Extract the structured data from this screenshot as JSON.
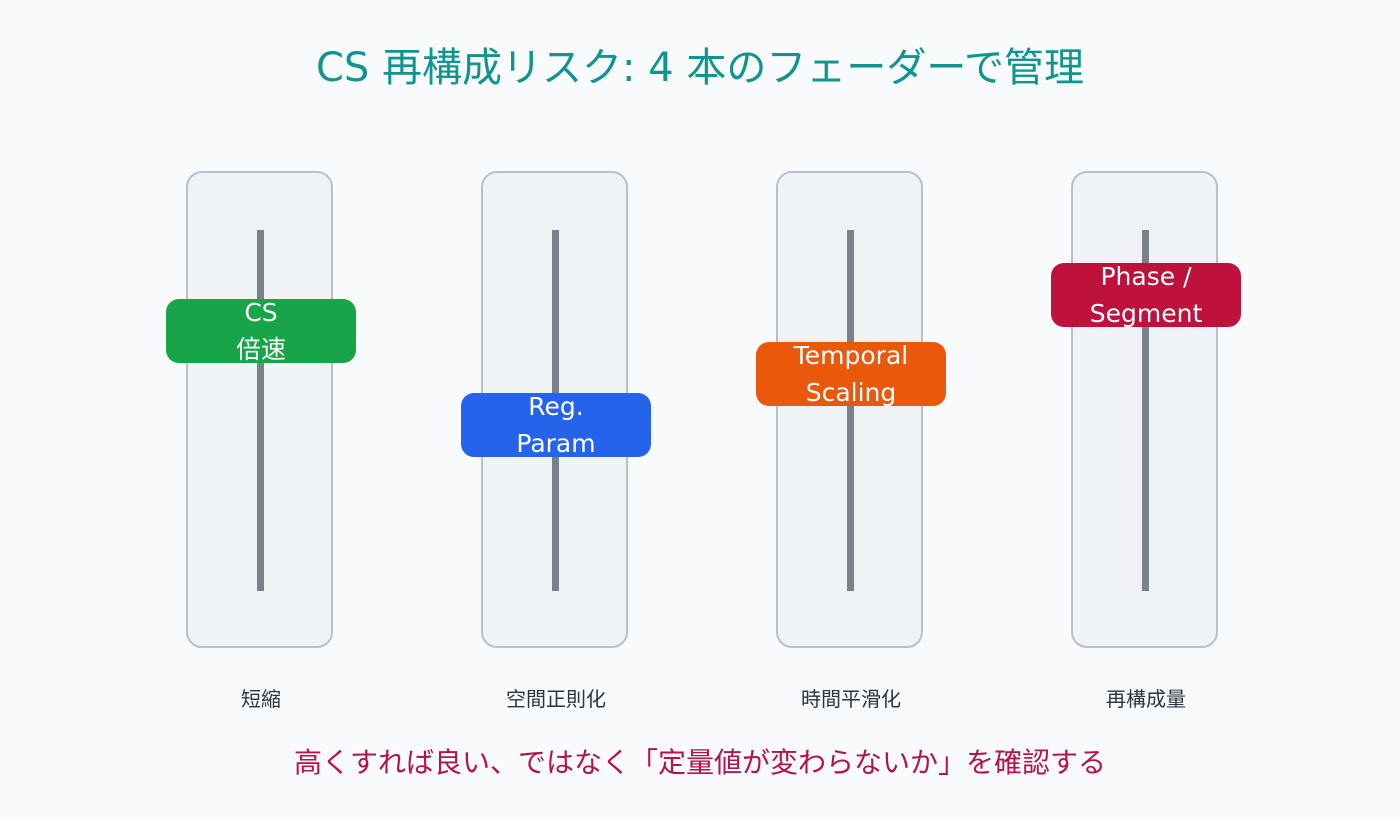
{
  "title": "CS 再構成リスク: 4 本のフェーダーで管理",
  "colors": {
    "title": "#0f9490",
    "footer": "#b5134b"
  },
  "faders": [
    {
      "knob_label": "CS\n倍速",
      "caption": "短縮",
      "knob_color": "#18a449",
      "level": 0.72
    },
    {
      "knob_label": "Reg.\nParam",
      "caption": "空間正則化",
      "knob_color": "#2563eb",
      "level": 0.46
    },
    {
      "knob_label": "Temporal\nScaling",
      "caption": "時間平滑化",
      "knob_color": "#ea580c",
      "level": 0.6
    },
    {
      "knob_label": "Phase /\nSegment",
      "caption": "再構成量",
      "knob_color": "#be123c",
      "level": 0.82
    }
  ],
  "footer": "高くすれば良い、ではなく「定量値が変わらないか」を確認する"
}
